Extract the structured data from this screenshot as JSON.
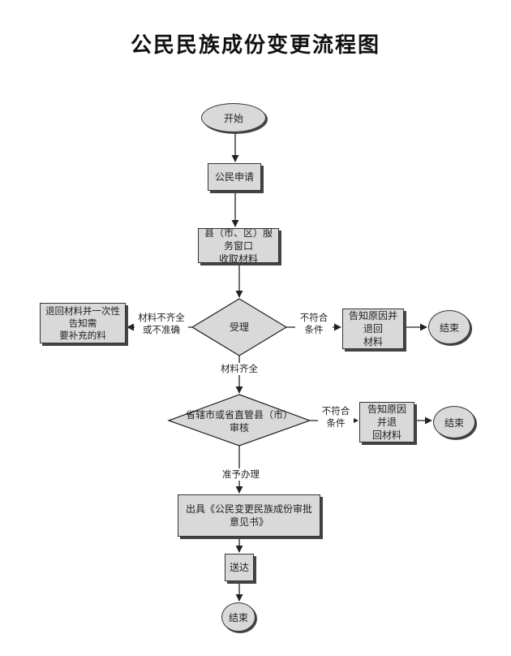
{
  "title": "公民民族成份变更流程图",
  "nodes": {
    "start": "开始",
    "apply": "公民申请",
    "collect": "县（市、区）服务窗口\n收取材料",
    "accept": "受理",
    "return_once": "退回材料并一次性告知需\n要补充的料",
    "notify_return_1": "告知原因并退回\n材料",
    "end_1": "结束",
    "review": "省辖市或省直管县（市）\n审核",
    "notify_return_2": "告知原因并退\n回材料",
    "end_2": "结束",
    "issue": "出具《公民变更民族成份审批意见书》",
    "deliver": "送达",
    "end_final": "结束"
  },
  "edges": {
    "incomplete": "材料不齐全\n或不准确",
    "not_qualified_1": "不符合\n条件",
    "complete": "材料齐全",
    "not_qualified_2": "不符合\n条件",
    "approve": "准予办理"
  }
}
